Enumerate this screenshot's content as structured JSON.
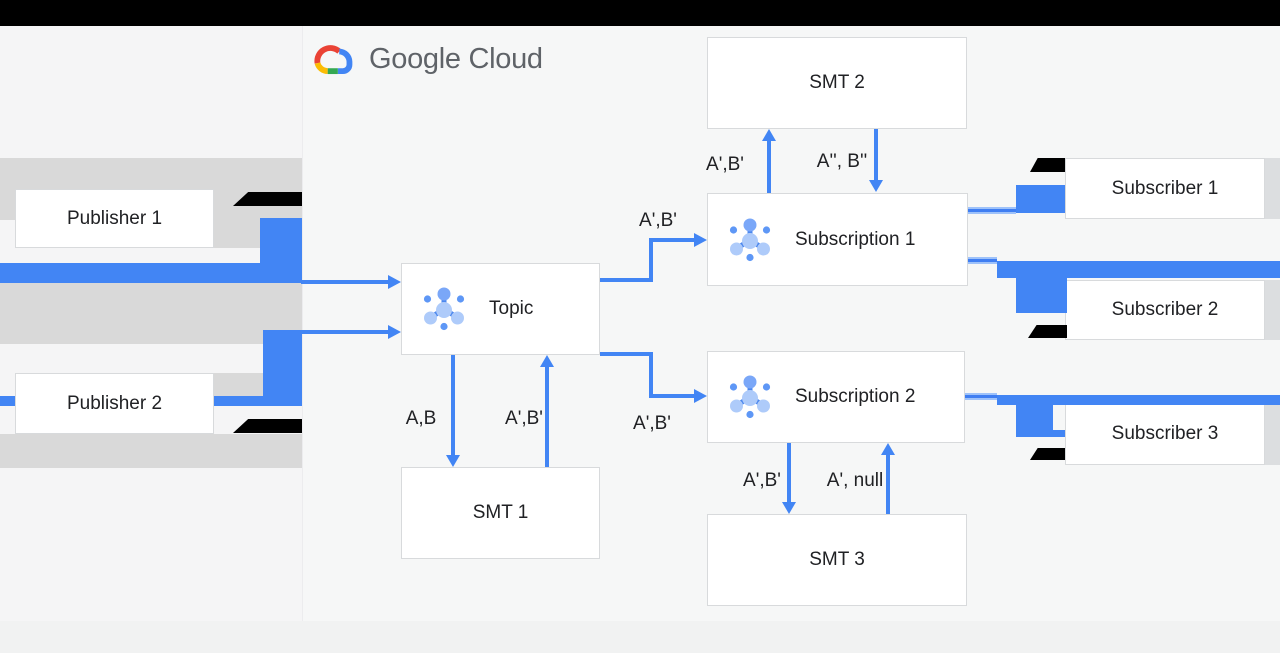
{
  "brand": {
    "logo_text": "Google Cloud",
    "logo_colors": {
      "red": "#ea4335",
      "blue": "#4285f4",
      "green": "#34a853",
      "yellow": "#fbbc04",
      "text_gray": "#5f6368"
    }
  },
  "colors": {
    "accent_blue": "#4285f4",
    "icon_light_blue": "#aecbfa",
    "icon_medium_blue": "#5e97f6",
    "bar_black": "#000000",
    "band_gray": "#d9d9d9",
    "panel_bg": "#f5f5f6",
    "canvas_bg": "#f6f7f7",
    "footer_bg": "#f1f2f2"
  },
  "nodes": {
    "publisher1": {
      "label": "Publisher 1"
    },
    "publisher2": {
      "label": "Publisher 2"
    },
    "topic": {
      "label": "Topic"
    },
    "smt1": {
      "label": "SMT 1"
    },
    "smt2": {
      "label": "SMT 2"
    },
    "smt3": {
      "label": "SMT 3"
    },
    "subscription1": {
      "label": "Subscription 1"
    },
    "subscription2": {
      "label": "Subscription 2"
    },
    "subscriber1": {
      "label": "Subscriber 1"
    },
    "subscriber2": {
      "label": "Subscriber 2"
    },
    "subscriber3": {
      "label": "Subscriber 3"
    }
  },
  "edges": {
    "topic_to_subscription1": {
      "label": "A',B'"
    },
    "topic_to_subscription2": {
      "label": "A',B'"
    },
    "topic_to_smt1": {
      "label": "A,B"
    },
    "smt1_to_topic": {
      "label": "A',B'"
    },
    "subscription1_to_smt2": {
      "label": "A',B'"
    },
    "smt2_to_subscription1": {
      "label": "A'', B''"
    },
    "subscription2_to_smt3": {
      "label": "A',B'"
    },
    "smt3_to_subscription2": {
      "label": "A', null"
    }
  }
}
